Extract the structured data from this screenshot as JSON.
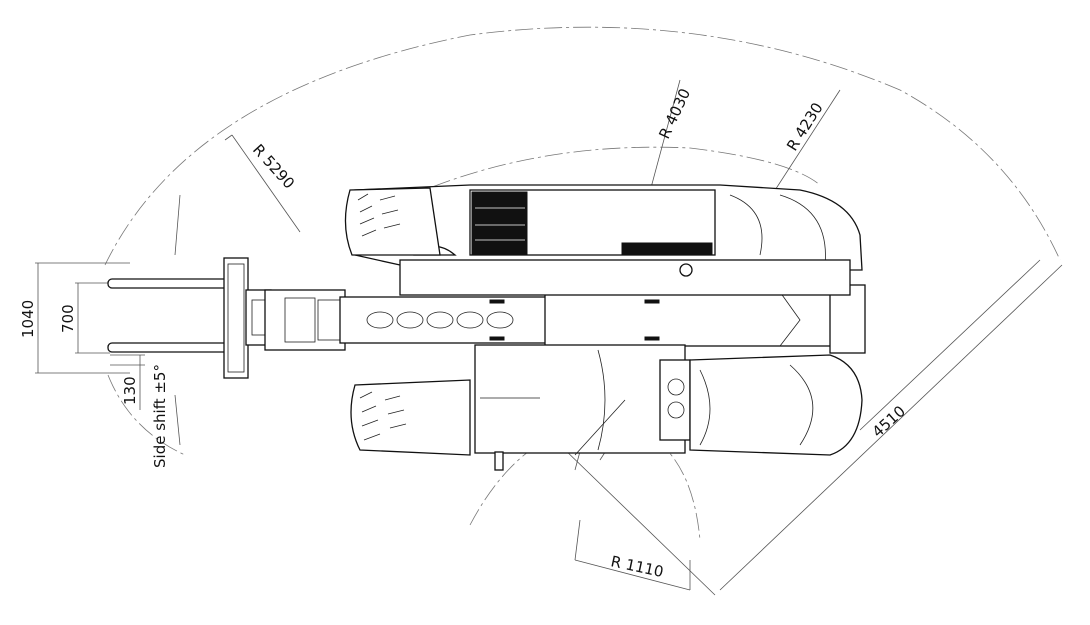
{
  "dimensions": {
    "r_5290": "R 5290",
    "r_4030": "R 4030",
    "r_4230": "R 4230",
    "r_1110": "R 1110",
    "len_4510": "4510",
    "w_1040": "1040",
    "w_700": "700",
    "w_130": "130",
    "side_shift": "Side shift ±5°"
  }
}
